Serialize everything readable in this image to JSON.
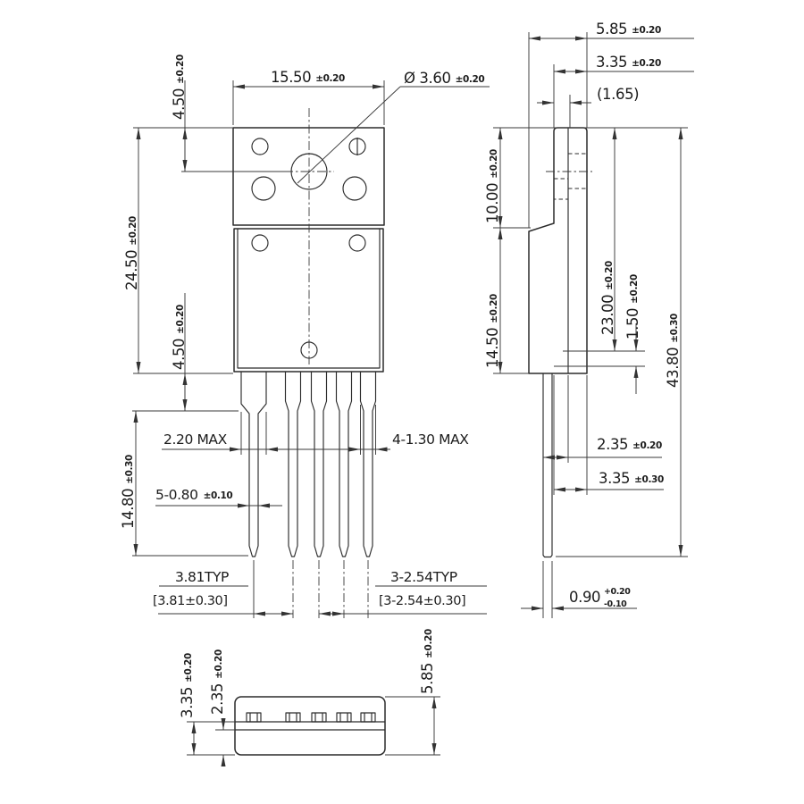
{
  "front": {
    "width": {
      "value": "15.50",
      "tol": "±0.20"
    },
    "hole": {
      "value": "Ø 3.60",
      "tol": "±0.20"
    },
    "tab_to_hole": {
      "value": "4.50",
      "tol": "±0.20"
    },
    "height": {
      "value": "24.50",
      "tol": "±0.20"
    },
    "hole_to_bottom": {
      "value": "4.50",
      "tol": "±0.20"
    },
    "lead_length": {
      "value": "14.80",
      "tol": "±0.30"
    },
    "lead1_width": {
      "value": "2.20 MAX"
    },
    "lead_width": {
      "value": "4-1.30 MAX"
    },
    "lead_tip_width": {
      "value": "5-0.80",
      "tol": "±0.10"
    },
    "pitch_a": {
      "value": "3.81TYP",
      "alt": "[3.81±0.30]"
    },
    "pitch_b": {
      "value": "3-2.54TYP",
      "alt": "[3-2.54±0.30]"
    }
  },
  "side": {
    "depth": {
      "value": "5.85",
      "tol": "±0.20"
    },
    "tab_thickness": {
      "value": "3.35",
      "tol": "±0.20"
    },
    "ref_thickness": {
      "value": "(1.65)"
    },
    "tab_height": {
      "value": "10.00",
      "tol": "±0.20"
    },
    "body_height": {
      "value": "14.50",
      "tol": "±0.20"
    },
    "shoulder_height": {
      "value": "23.00",
      "tol": "±0.20"
    },
    "standoff": {
      "value": "1.50",
      "tol": "±0.20"
    },
    "total_height": {
      "value": "43.80",
      "tol": "±0.30"
    },
    "lead_setback": {
      "value": "2.35",
      "tol": "±0.20"
    },
    "lead_face": {
      "value": "3.35",
      "tol": "±0.30"
    },
    "lead_thickness": {
      "value": "0.90",
      "tol_plus": "+0.20",
      "tol_minus": "-0.10"
    }
  },
  "bottom": {
    "tab_depth": {
      "value": "3.35",
      "tol": "±0.20"
    },
    "lead_setback": {
      "value": "2.35",
      "tol": "±0.20"
    },
    "depth": {
      "value": "5.85",
      "tol": "±0.20"
    }
  }
}
